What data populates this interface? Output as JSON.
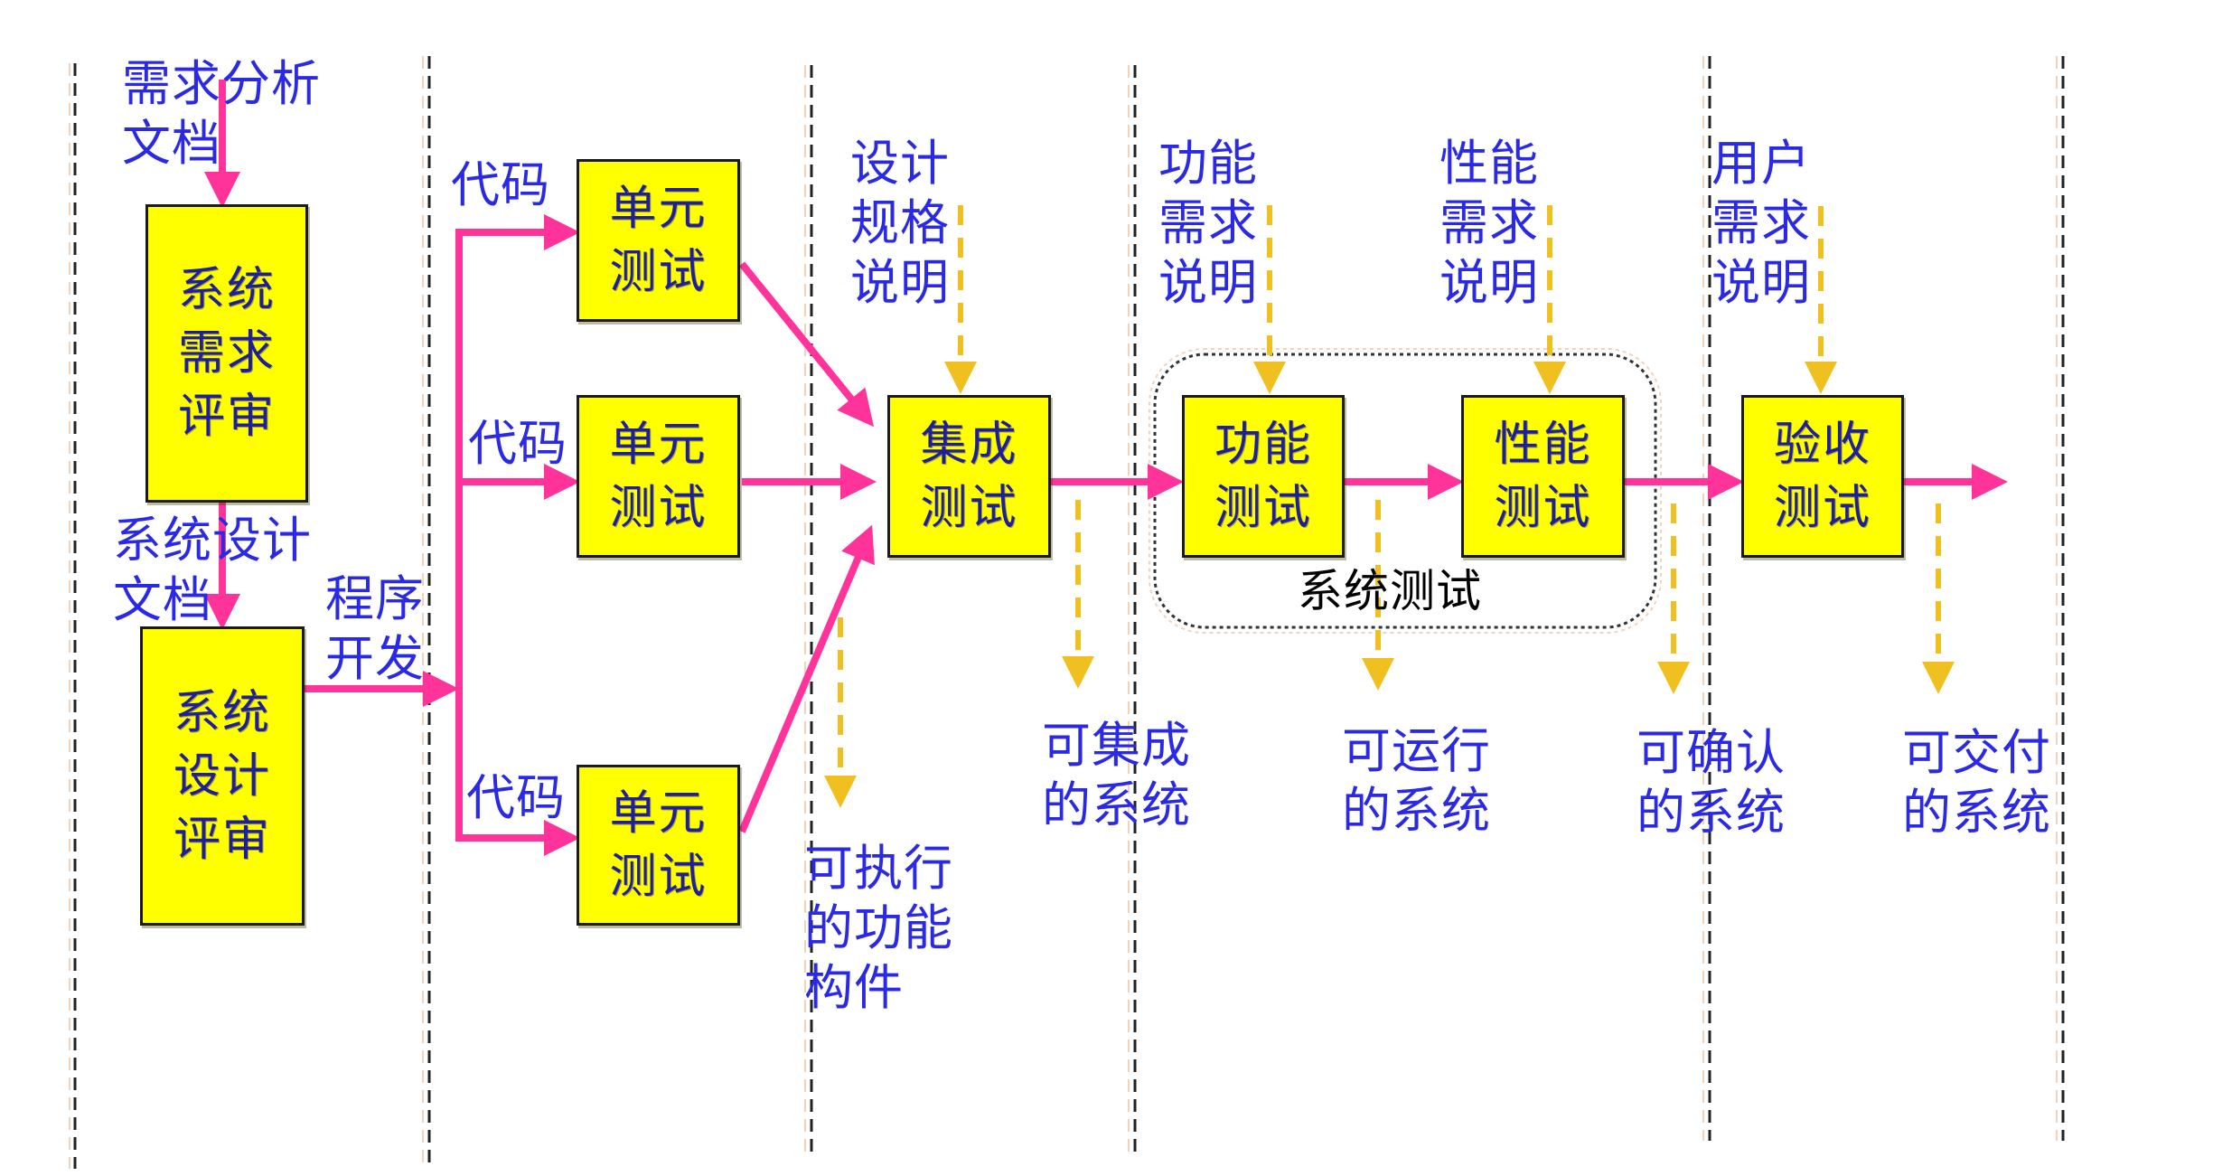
{
  "colors": {
    "flow_arrow": "#ff3399",
    "artifact_arrow": "#f0c020",
    "box_fill": "#ffff00",
    "box_text": "#1f1f9c",
    "label_text": "#2a2ae6",
    "phase_divider": "#222222"
  },
  "boxes": {
    "sys_req_review": "系统\n需求\n评审",
    "sys_design_review": "系统\n设计\n评审",
    "unit_test_1": "单元\n测试",
    "unit_test_2": "单元\n测试",
    "unit_test_3": "单元\n测试",
    "integration_test": "集成\n测试",
    "function_test": "功能\n测试",
    "performance_test": "性能\n测试",
    "acceptance_test": "验收\n测试"
  },
  "group": {
    "system_test_label": "系统测试"
  },
  "inputs": {
    "req_analysis_doc": "需求分析\n文档",
    "sys_design_doc": "系统设计\n文档",
    "program_dev": "程序\n开发",
    "code_1": "代码",
    "code_2": "代码",
    "code_3": "代码",
    "design_spec": "设计\n规格\n说明",
    "function_req_spec": "功能\n需求\n说明",
    "performance_req_spec": "性能\n需求\n说明",
    "user_req_spec": "用户\n需求\n说明"
  },
  "outputs": {
    "executable_components": "可执行\n的功能\n构件",
    "integrable_system": "可集成\n的系统",
    "runnable_system": "可运行\n的系统",
    "confirmable_system": "可确认\n的系统",
    "deliverable_system": "可交付\n的系统"
  }
}
